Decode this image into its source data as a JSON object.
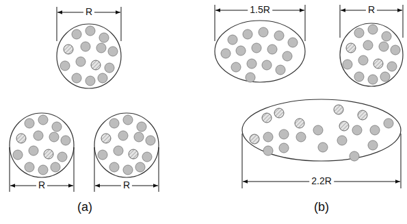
{
  "diagram": {
    "labels": [
      "R",
      "R",
      "R",
      "(a)",
      "1.5R",
      "R",
      "2.2R",
      "(b)"
    ]
  }
}
